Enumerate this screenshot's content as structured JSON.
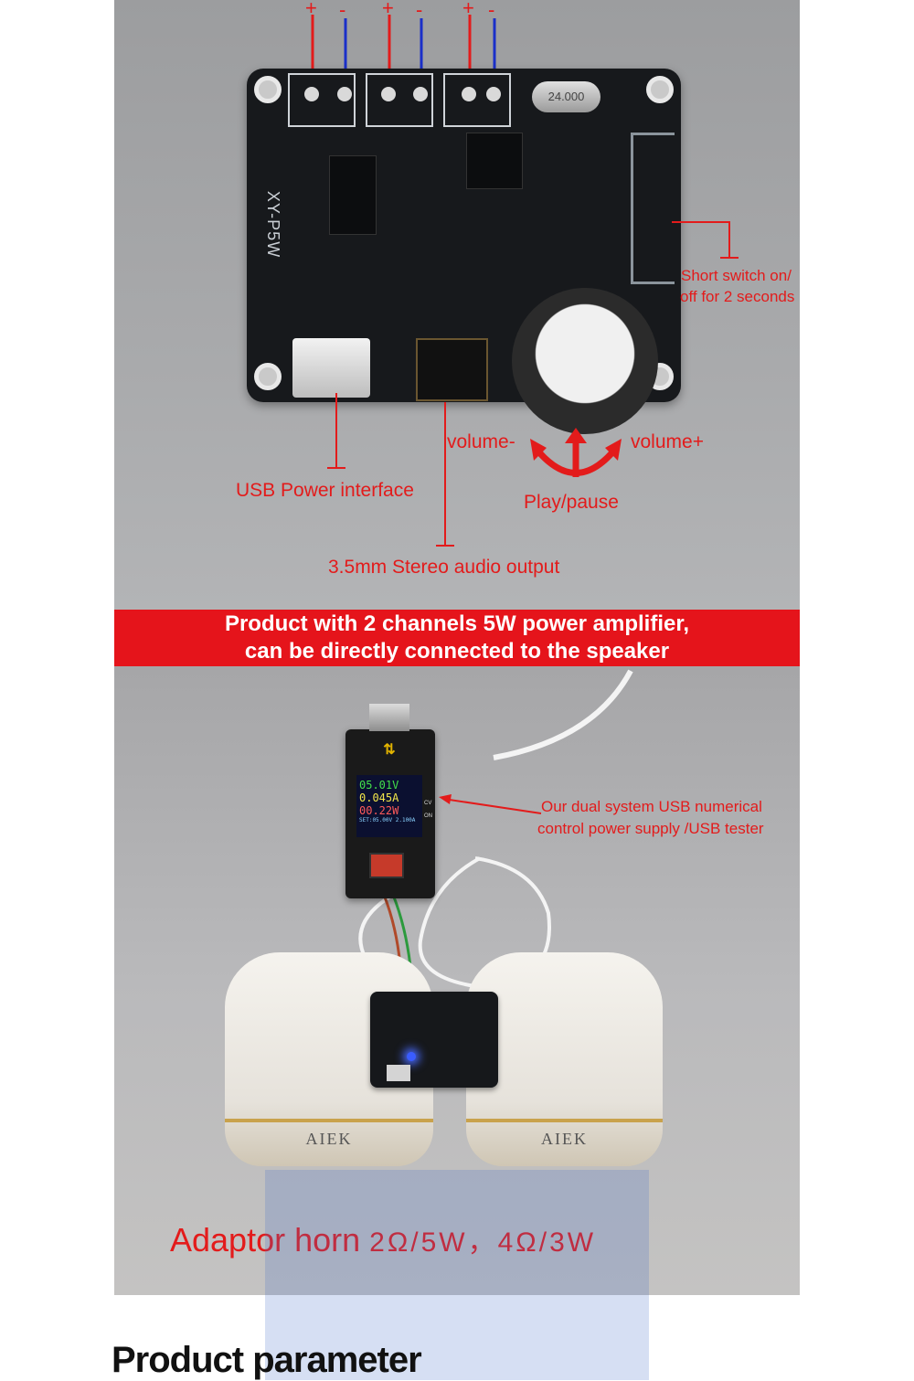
{
  "board": {
    "model": "XY-P5W",
    "crystal": "24.000",
    "pin_signs": [
      "+",
      "-",
      "+",
      "-",
      "+",
      "-"
    ]
  },
  "annotations": {
    "short_switch": [
      "Short switch on/",
      "off for 2 seconds"
    ],
    "volume_minus": "volume-",
    "volume_plus": "volume+",
    "play_pause": "Play/pause",
    "usb_power": "USB Power interface",
    "audio_out": "3.5mm Stereo audio output"
  },
  "banner": {
    "line1": "Product with 2 channels 5W power amplifier,",
    "line2": "can be directly connected to the speaker"
  },
  "tester": {
    "readouts": [
      "05.01V",
      "0.045A",
      "00.22W"
    ],
    "set_line": "SET:05.00V 2.100A",
    "mode": [
      "CV",
      "ON"
    ],
    "label": [
      "Our dual system USB numerical",
      "control power supply /USB tester"
    ]
  },
  "speakers": {
    "brand_left": "AIEK",
    "brand_right": "AIEK"
  },
  "adaptor": {
    "prefix": "Adaptor horn",
    "spec": "2Ω/5W，4Ω/3W"
  },
  "section_title": "Product parameter",
  "colors": {
    "accent_red": "#e31b1b",
    "banner_red": "#e5141b",
    "wire_blue": "#1a2fc9"
  }
}
